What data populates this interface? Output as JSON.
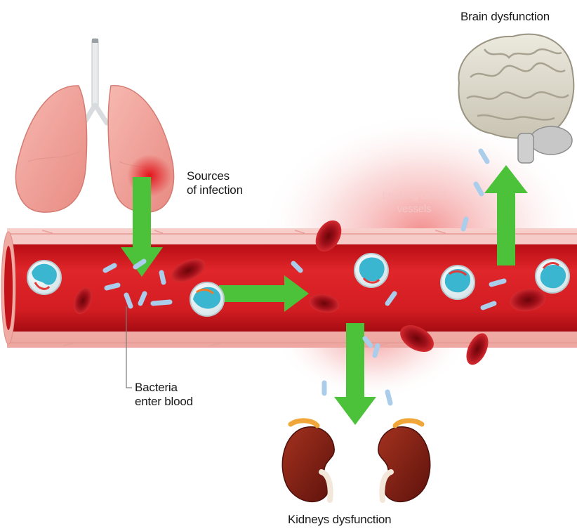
{
  "labels": {
    "brain": "Brain dysfunction",
    "sources_line1": "Sources",
    "sources_line2": "of infection",
    "leaking_line1": "Leaking blood",
    "leaking_line2": "vessels",
    "bacteria_line1": "Bacteria",
    "bacteria_line2": "enter blood",
    "kidneys": "Kidneys dysfunction"
  },
  "colors": {
    "vessel_outer": "#f3b9b5",
    "vessel_inner": "#d9181e",
    "arrow": "#4cc23a",
    "red_cell": "#b0121a",
    "bacteria": "#a9cdea",
    "white_cell": "#3ab6d0",
    "lung": "#f1a39c",
    "kidney": "#8a1e14",
    "brain": "#d9d6c9"
  },
  "icons": [
    "lungs-icon",
    "brain-icon",
    "kidneys-icon",
    "blood-vessel-icon",
    "red-blood-cell-icon",
    "white-blood-cell-icon",
    "bacteria-icon",
    "arrow-icon"
  ]
}
